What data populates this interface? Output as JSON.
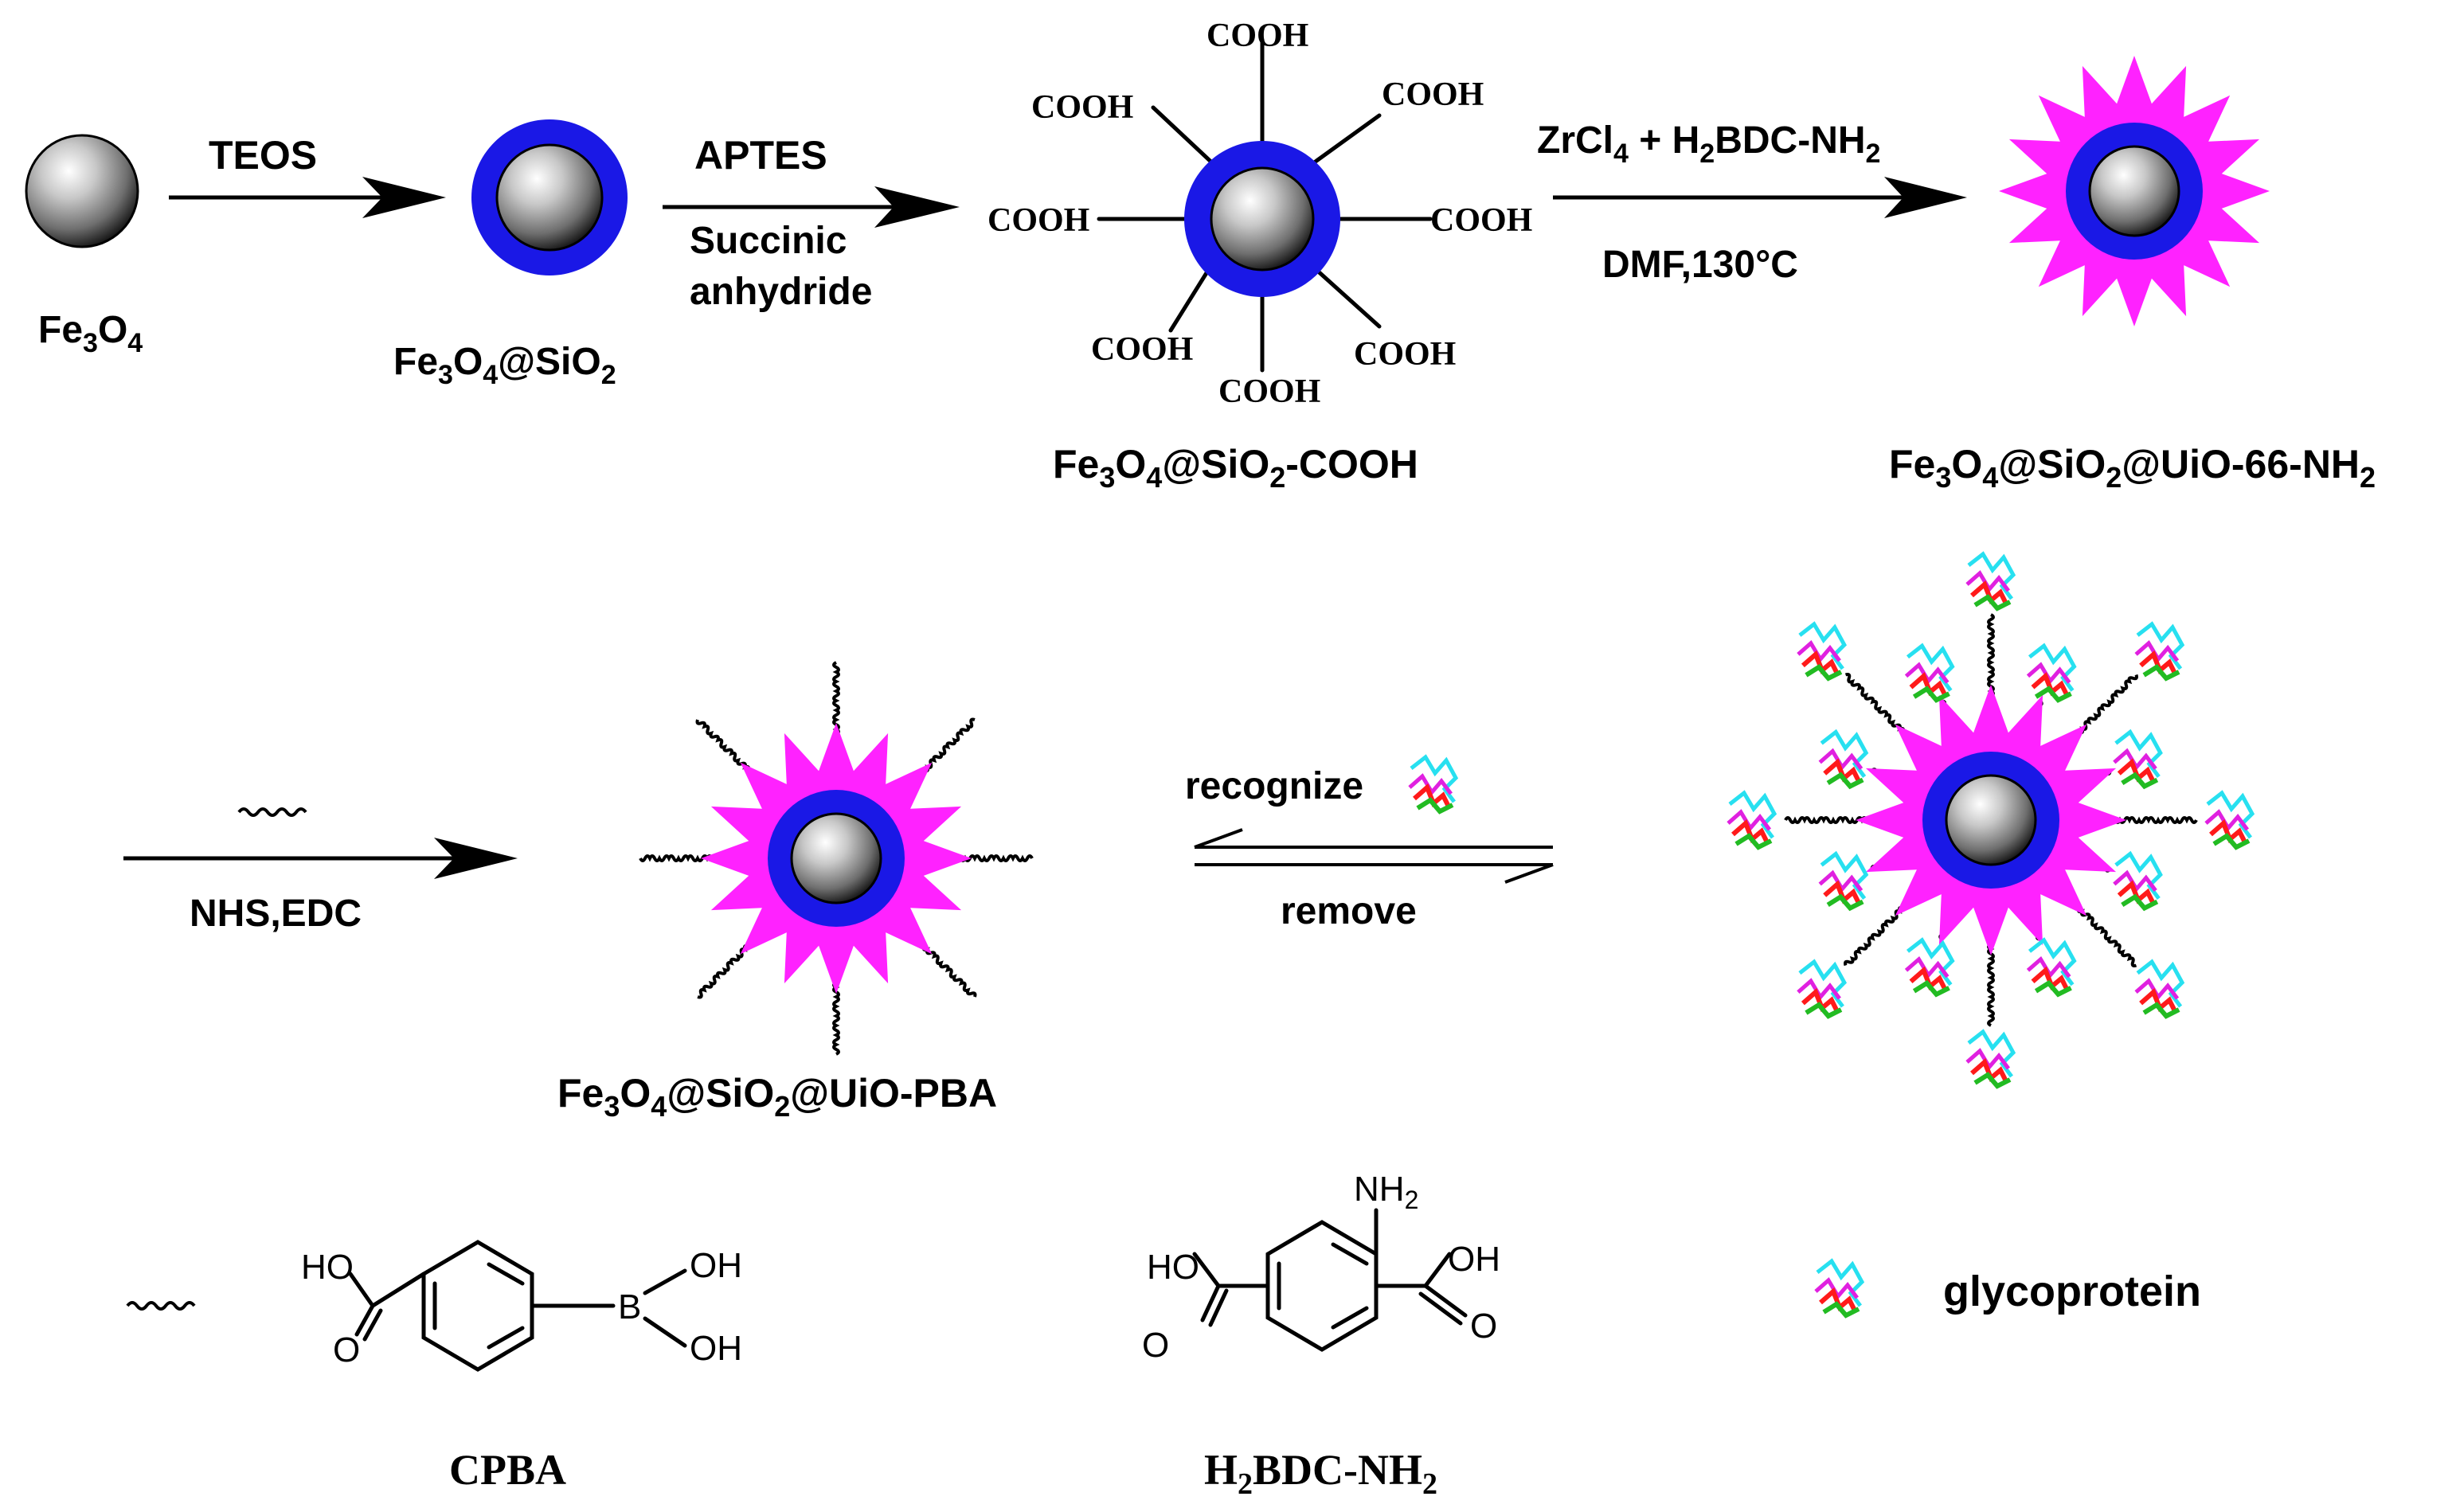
{
  "colors": {
    "shell": "#1a18e6",
    "mof": "#ff22ff",
    "line": "#000000",
    "protein": [
      "#27e0f0",
      "#ff1a1a",
      "#e020e0",
      "#22bb22"
    ]
  },
  "icons": {
    "core": "grey-sphere-icon",
    "linker": "wavy-linker-icon",
    "glycoprotein": "glycoprotein-icon"
  },
  "labels": {
    "fe3o4": {
      "pre": "Fe",
      "s1": "3",
      "mid": "O",
      "s2": "4",
      "post": ""
    },
    "fe3o4_sio2": {
      "pre": "Fe",
      "s1": "3",
      "mid": "O",
      "s2": "4",
      "post": "@SiO",
      "s3": "2"
    },
    "fe3o4_sio2_cooh": {
      "pre": "Fe",
      "s1": "3",
      "mid": "O",
      "s2": "4",
      "post": "@SiO",
      "s3": "2",
      "tail": "-COOH"
    },
    "fe3o4_sio2_uio66nh2": {
      "pre": "Fe",
      "s1": "3",
      "mid": "O",
      "s2": "4",
      "post": "@SiO",
      "s3": "2",
      "tail": "@UiO-66-NH",
      "s4": "2"
    },
    "fe3o4_sio2_uiopba": {
      "pre": "Fe",
      "s1": "3",
      "mid": "O",
      "s2": "4",
      "post": "@SiO",
      "s3": "2",
      "tail": "@UiO-PBA"
    }
  },
  "steps": {
    "step1": {
      "above": "TEOS"
    },
    "step2": {
      "above": "APTES",
      "below1": "Succinic",
      "below2": "anhydride"
    },
    "step3": {
      "above_a": "ZrCl",
      "above_s1": "4",
      "above_b": " + H",
      "above_s2": "2",
      "above_c": "BDC-NH",
      "above_s3": "2",
      "below": "DMF,130°C"
    },
    "step4": {
      "below": "NHS,EDC"
    },
    "step5": {
      "above": "recognize",
      "below": "remove"
    }
  },
  "cooh": "COOH",
  "legend": {
    "cpba": "CPBA",
    "h2bdc": {
      "a": "H",
      "s1": "2",
      "b": "BDC-NH",
      "s2": "2"
    },
    "glycoprotein": "glycoprotein"
  },
  "structures": {
    "ho": "HO",
    "oh": "OH",
    "o": "O",
    "b": "B",
    "nh": "NH",
    "nh_sub": "2"
  }
}
